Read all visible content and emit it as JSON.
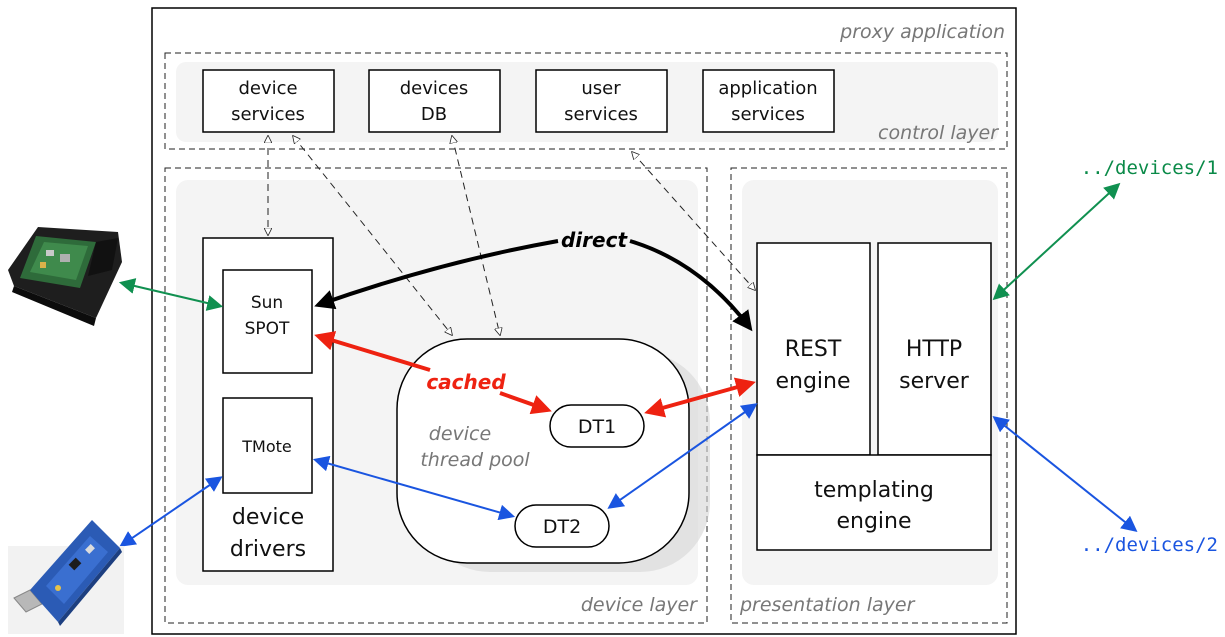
{
  "proxy": {
    "title": "proxy application"
  },
  "control_layer": {
    "title": "control layer",
    "services": [
      {
        "line1": "device",
        "line2": "services"
      },
      {
        "line1": "devices",
        "line2": "DB"
      },
      {
        "line1": "user",
        "line2": "services"
      },
      {
        "line1": "application",
        "line2": "services"
      }
    ]
  },
  "device_layer": {
    "title": "device layer",
    "drivers": {
      "line1": "device",
      "line2": "drivers"
    },
    "sunspot": {
      "line1": "Sun",
      "line2": "SPOT"
    },
    "tmote": {
      "label": "TMote"
    },
    "pool": {
      "line1": "device",
      "line2": "thread pool"
    },
    "dt1": {
      "label": "DT1"
    },
    "dt2": {
      "label": "DT2"
    }
  },
  "presentation_layer": {
    "title": "presentation layer",
    "rest": {
      "line1": "REST",
      "line2": "engine"
    },
    "http": {
      "line1": "HTTP",
      "line2": "server"
    },
    "templating": {
      "line1": "templating",
      "line2": "engine"
    }
  },
  "flows": {
    "direct": "direct",
    "cached": "cached"
  },
  "urls": {
    "device1": "../devices/1",
    "device2": "../devices/2"
  },
  "colors": {
    "cached": "#ee2211",
    "green": "#109050",
    "blue": "#1a55e0",
    "url_green": "#0a8a48",
    "url_blue": "#1a55e0"
  },
  "devices": {
    "left_top": "sun-spot-device",
    "left_bottom": "tmote-usb-device"
  }
}
